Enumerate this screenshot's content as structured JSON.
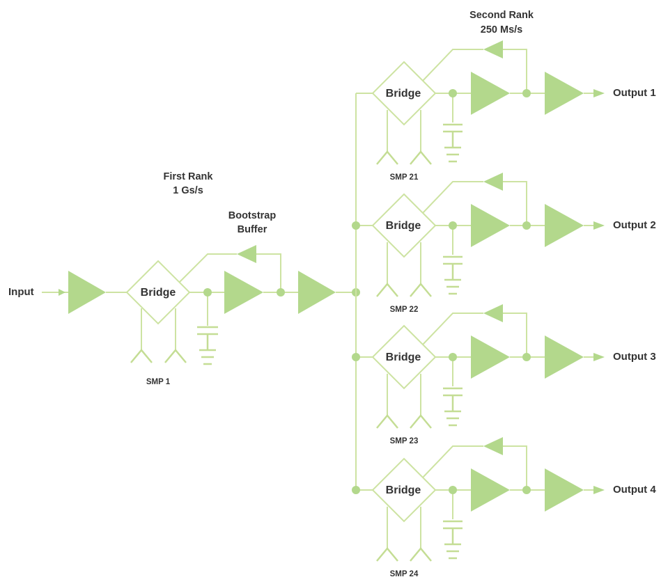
{
  "input_label": "Input",
  "first_rank": {
    "line1": "First Rank",
    "line2": "1 Gs/s"
  },
  "bootstrap": {
    "line1": "Bootstrap",
    "line2": "Buffer"
  },
  "second_rank": {
    "line1": "Second Rank",
    "line2": "250 Ms/s"
  },
  "bridge_label": "Bridge",
  "first_stage": {
    "smp": "SMP 1"
  },
  "channels": [
    {
      "smp": "SMP 21",
      "output": "Output 1"
    },
    {
      "smp": "SMP 22",
      "output": "Output 2"
    },
    {
      "smp": "SMP 23",
      "output": "Output 3"
    },
    {
      "smp": "SMP 24",
      "output": "Output 4"
    }
  ],
  "colors": {
    "line": "#cde3a2",
    "fill": "#b3d88c",
    "text": "#333333"
  }
}
